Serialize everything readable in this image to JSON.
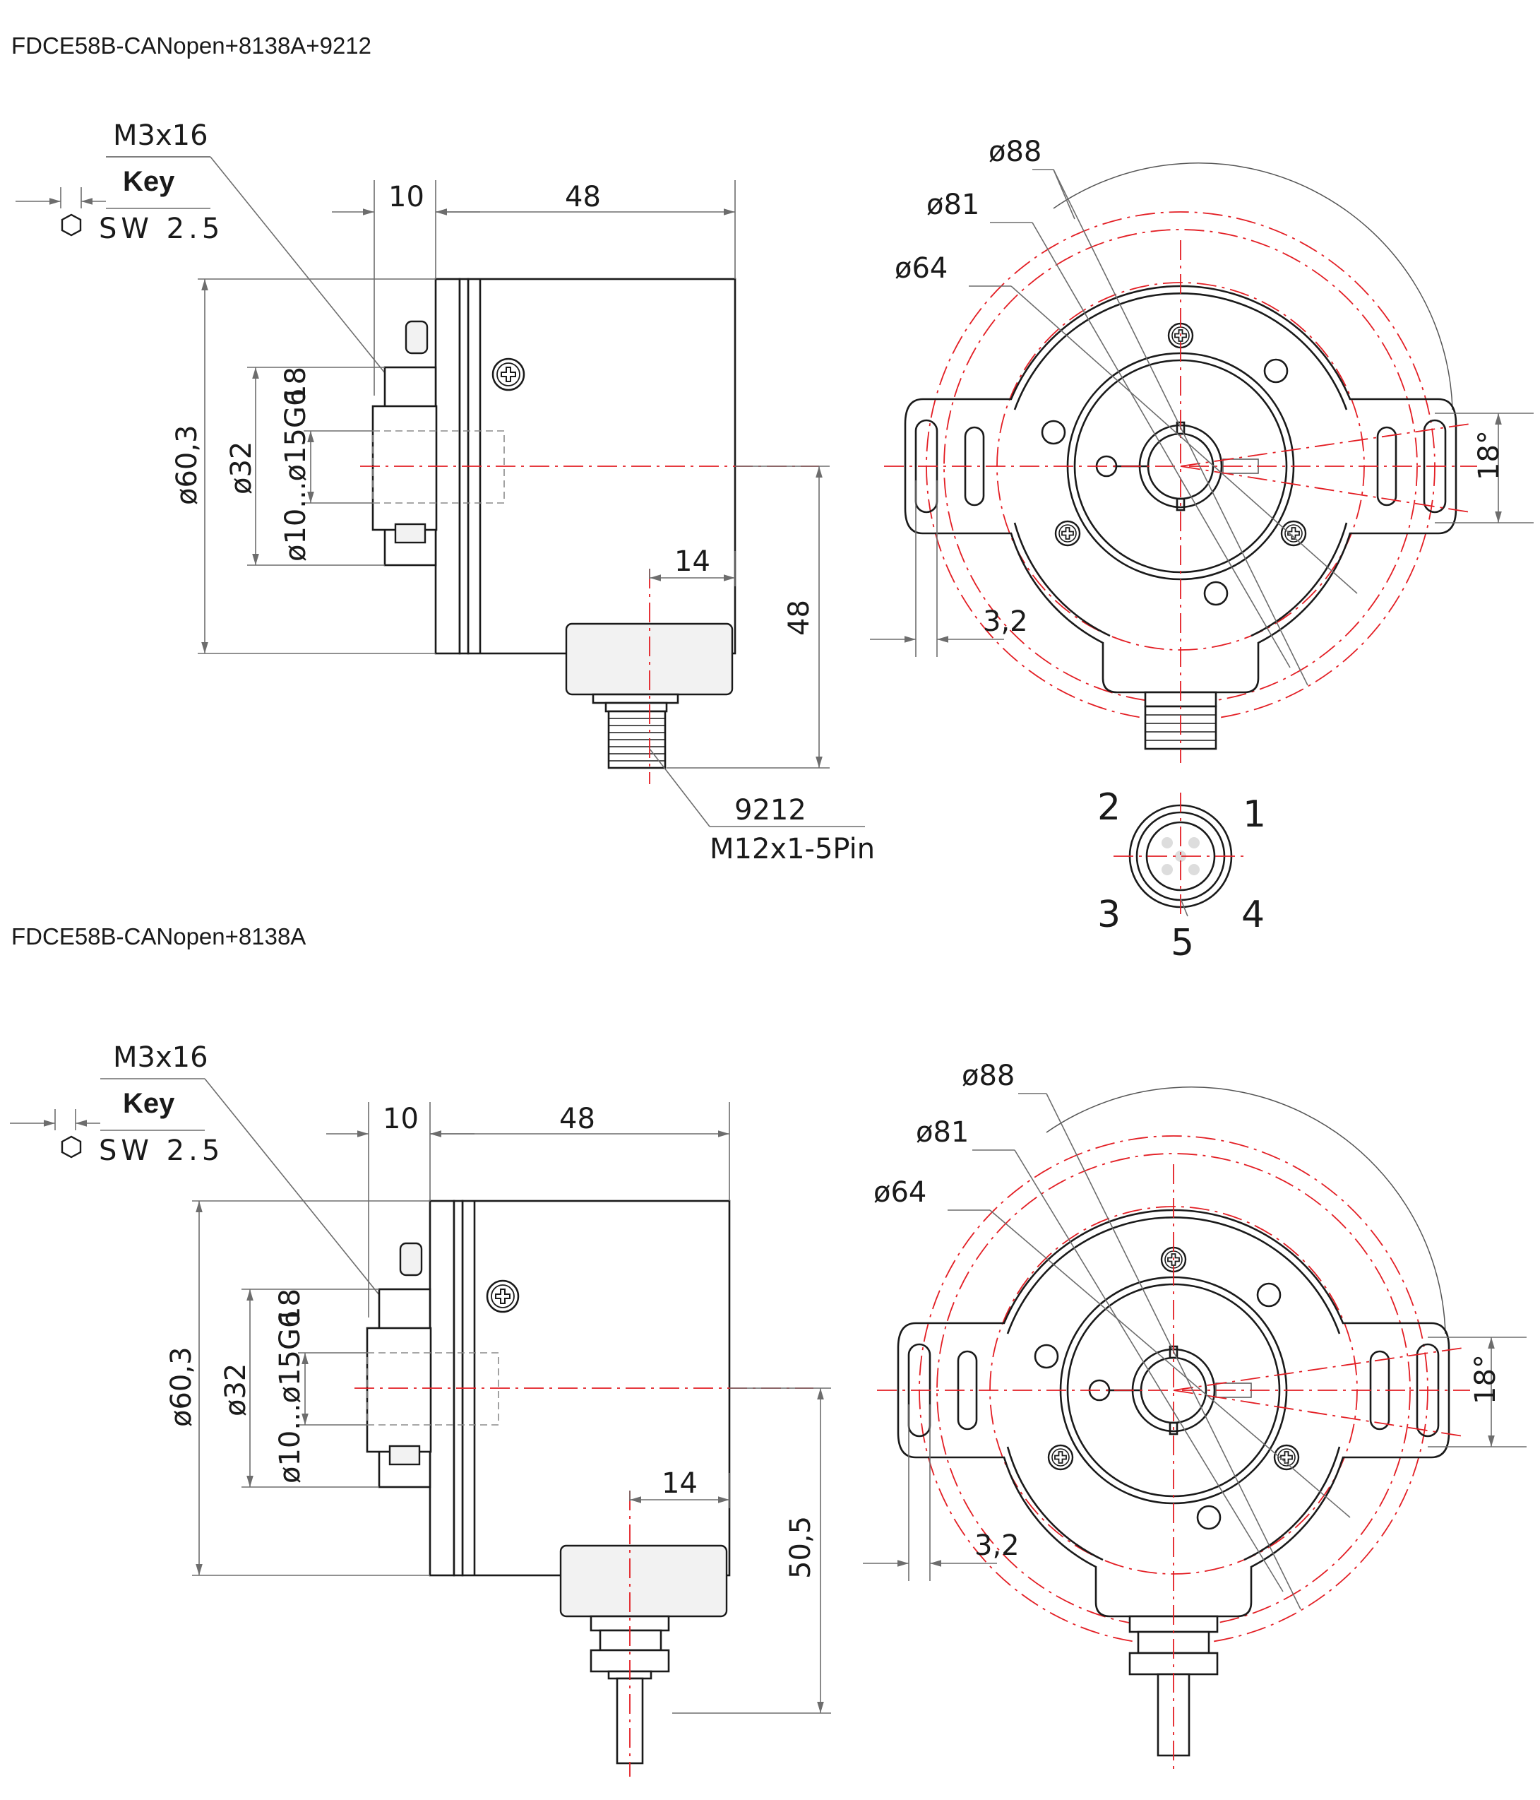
{
  "title_top": "FDCE58B-CANopen+8138A+9212",
  "title_bottom": "FDCE58B-CANopen+8138A",
  "top_view": {
    "screw_label": "M3x16",
    "key_label": "Key",
    "sw_label": "SW 2.5",
    "dim_flange": "10",
    "dim_length": "48",
    "dim_diameter": "ø60,3",
    "dim_d32": "ø32",
    "dim_shaft": "ø10...ø15G6",
    "dim_depth": "18",
    "dim_14": "14",
    "dim_height": "48",
    "connector_code": "9212",
    "connector_type": "M12x1-5Pin"
  },
  "top_front": {
    "d88": "ø88",
    "d81": "ø81",
    "d64": "ø64",
    "angle": "18°",
    "slot": "3,2"
  },
  "connector_pins": {
    "pin1": "1",
    "pin2": "2",
    "pin3": "3",
    "pin4": "4",
    "pin5": "5"
  },
  "bottom_view": {
    "screw_label": "M3x16",
    "key_label": "Key",
    "sw_label": "SW 2.5",
    "dim_flange": "10",
    "dim_length": "48",
    "dim_diameter": "ø60,3",
    "dim_d32": "ø32",
    "dim_shaft": "ø10...ø15G6",
    "dim_depth": "18",
    "dim_14": "14",
    "dim_height": "50,5"
  },
  "bottom_front": {
    "d88": "ø88",
    "d81": "ø81",
    "d64": "ø64",
    "angle": "18°",
    "slot": "3,2"
  },
  "colors": {
    "centerline": "#e31e24",
    "outline": "#1a1a1a",
    "dimension": "#6d6d6d"
  }
}
